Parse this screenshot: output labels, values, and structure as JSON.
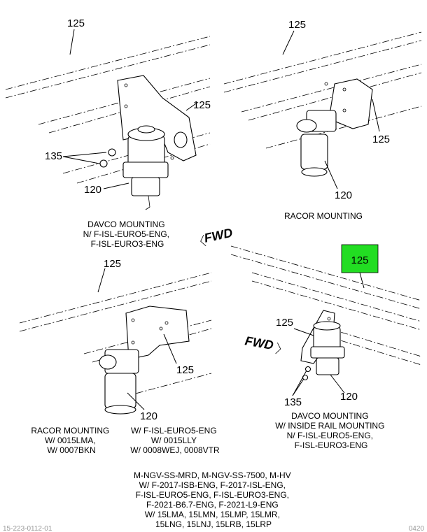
{
  "callouts": {
    "tl_125_rail": "125",
    "tl_125_bracket": "125",
    "tl_135": "135",
    "tl_120": "120",
    "tr_125_rail": "125",
    "tr_125_bracket": "125",
    "tr_120": "120",
    "bl_125_rail": "125",
    "bl_125_bracket": "125",
    "bl_120": "120",
    "br_125_highlight": "125",
    "br_125_bracket": "125",
    "br_135": "135",
    "br_120": "120"
  },
  "highlight_color": "#22dd22",
  "fwd_labels": {
    "center": "FWD",
    "bottom_right": "FWD"
  },
  "captions": {
    "top_left": [
      "DAVCO MOUNTING",
      "N/ F-ISL-EURO5-ENG,",
      "F-ISL-EURO3-ENG"
    ],
    "top_right": [
      "RACOR MOUNTING"
    ],
    "bottom_left": [
      "RACOR MOUNTING",
      "W/ 0015LMA,",
      "W/ 0007BKN"
    ],
    "bottom_center": [
      "W/ F-ISL-EURO5-ENG",
      "W/ 0015LLY",
      "W/ 0008WEJ, 0008VTR"
    ],
    "bottom_right": [
      "DAVCO MOUNTING",
      "W/ INSIDE RAIL MOUNTING",
      "N/ F-ISL-EURO5-ENG,",
      "F-ISL-EURO3-ENG"
    ],
    "footer": [
      "M-NGV-SS-MRD, M-NGV-SS-7500, M-HV",
      "W/ F-2017-ISB-ENG, F-2017-ISL-ENG,",
      "F-ISL-EURO5-ENG, F-ISL-EURO3-ENG,",
      "F-2021-B6.7-ENG, F-2021-L9-ENG",
      "W/ 15LMA, 15LMN, 15LMP, 15LMR,",
      "15LNG, 15LNJ, 15LRB, 15LRP"
    ]
  },
  "corner_text": {
    "left": "15-223-0112-01",
    "right": "0420"
  }
}
